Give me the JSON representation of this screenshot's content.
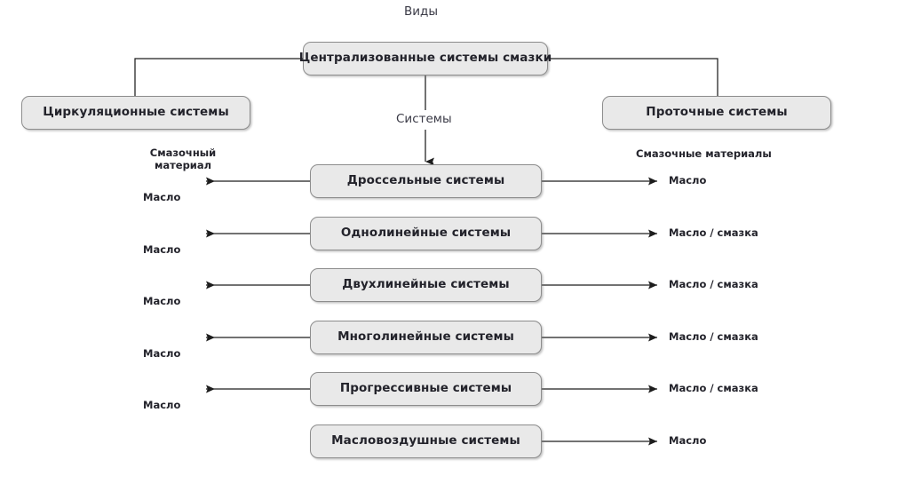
{
  "diagram": {
    "title_caption": "Виды",
    "middle_caption": "Системы",
    "root": {
      "label": "Централизованные системы смазки"
    },
    "branches": [
      {
        "label": "Циркуляционные системы"
      },
      {
        "label": "Проточные системы"
      }
    ],
    "left_column_header_line1": "Смазочный",
    "left_column_header_line2": "материал",
    "right_column_header": "Смазочные материалы",
    "rows": [
      {
        "system": "Дроссельные системы",
        "left_material": "Масло",
        "right_material": "Масло",
        "has_left_arrow": true,
        "has_right_arrow": true
      },
      {
        "system": "Однолинейные системы",
        "left_material": "Масло",
        "right_material": "Масло / смазка",
        "has_left_arrow": true,
        "has_right_arrow": true
      },
      {
        "system": "Двухлинейные системы",
        "left_material": "Масло",
        "right_material": "Масло / смазка",
        "has_left_arrow": true,
        "has_right_arrow": true
      },
      {
        "system": "Многолинейные системы",
        "left_material": "Масло",
        "right_material": "Масло / смазка",
        "has_left_arrow": true,
        "has_right_arrow": true
      },
      {
        "system": "Прогрессивные системы",
        "left_material": "Масло",
        "right_material": "Масло / смазка",
        "has_left_arrow": true,
        "has_right_arrow": true
      },
      {
        "system": "Масловоздушные системы",
        "left_material": "",
        "right_material": "Масло",
        "has_left_arrow": false,
        "has_right_arrow": true
      }
    ],
    "colors": {
      "box_fill": "#e9e9e9",
      "box_border": "#8d8d8d",
      "line": "#1d1d1d",
      "text": "#23232b",
      "caption_text": "#3a3a46",
      "background": "#ffffff"
    }
  }
}
